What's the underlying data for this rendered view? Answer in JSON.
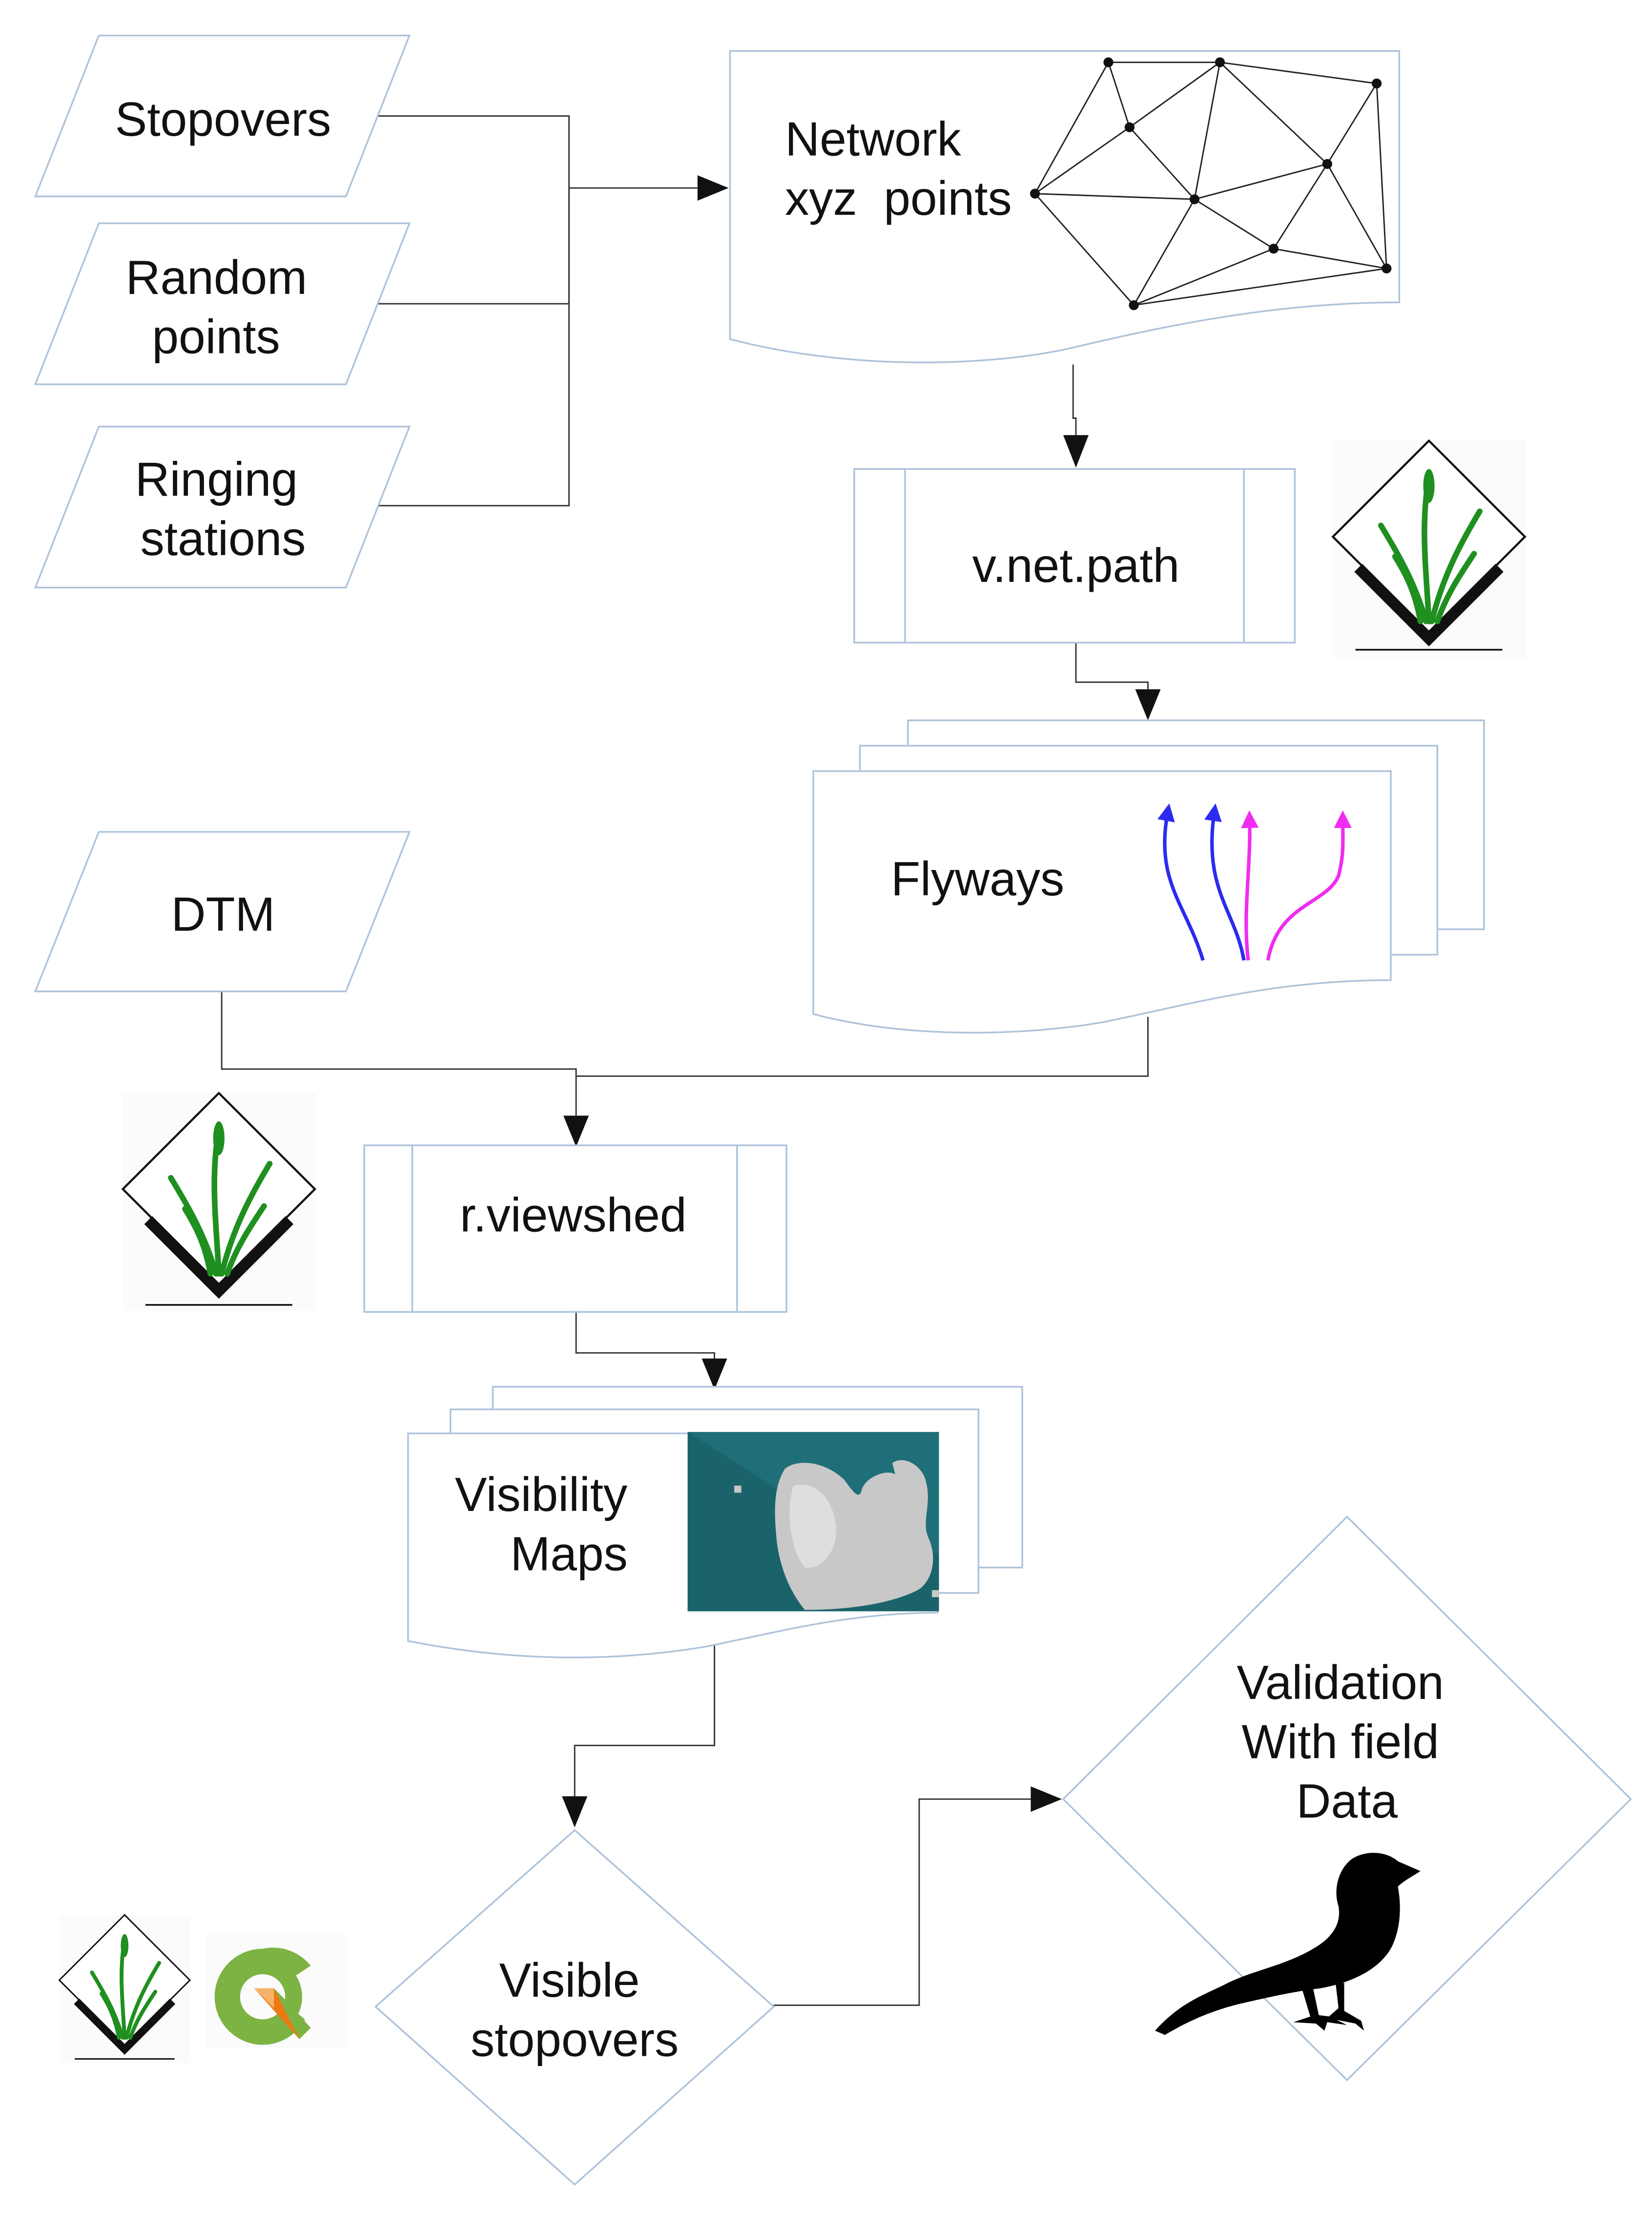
{
  "inputs": {
    "stopovers": "Stopovers",
    "random_points": [
      "Random",
      "points"
    ],
    "ringing_stations": [
      "Ringing",
      "stations"
    ],
    "dtm": "DTM"
  },
  "network": {
    "label": [
      "Network",
      "xyz  points"
    ]
  },
  "processes": {
    "vnetpath": "v.net.path",
    "rviewshed": "r.viewshed"
  },
  "outputs": {
    "flyways": "Flyways",
    "visibility_maps": [
      "Visibility",
      "Maps"
    ]
  },
  "decisions": {
    "visible_stopovers": [
      "Visible",
      "stopovers"
    ],
    "validation": [
      "Validation",
      "With field",
      "Data"
    ]
  },
  "colors": {
    "shape_stroke": "#aec3da",
    "connector": "#333333",
    "arrow_blue": "#2b2bf0",
    "arrow_magenta": "#f02cf0",
    "grass_green": "#1f8f1f",
    "qgis_green": "#7cb342",
    "qgis_orange": "#ee7913",
    "viewshed_teal": "#1e6f77",
    "viewshed_gray": "#c8c8c8"
  },
  "icons": [
    "grass-gis-logo",
    "qgis-logo",
    "bird-silhouette",
    "network-graph",
    "viewshed-map"
  ]
}
